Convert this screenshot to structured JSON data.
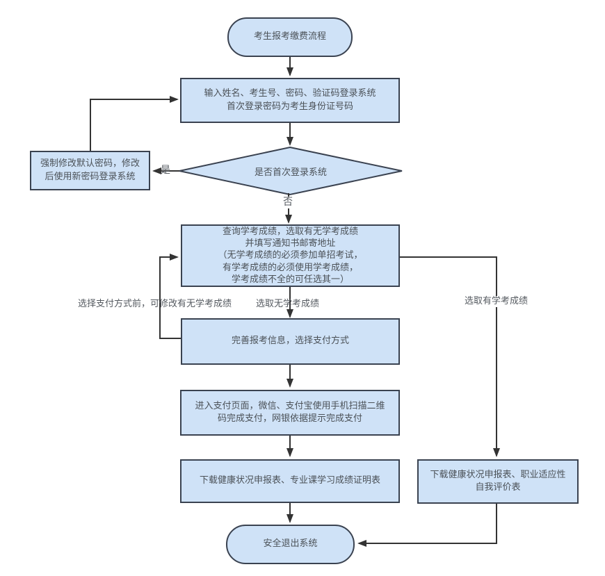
{
  "palette": {
    "background": "#ffffff",
    "node_fill": "#cfe2f7",
    "node_border": "#3a4250",
    "line": "#333333",
    "text": "#4b5157"
  },
  "flowchart": {
    "nodes": {
      "start": {
        "shape": "rounded",
        "label": "考生报考缴费流程"
      },
      "login": {
        "shape": "rect",
        "label": "输入姓名、考生号、密码、验证码登录系统\n首次登录密码为考生身份证号码"
      },
      "is_first_login": {
        "shape": "diamond",
        "label": "是否首次登录系统"
      },
      "force_change_password": {
        "shape": "rect",
        "label": "强制修改默认密码，修改\n后使用新密码登录系统"
      },
      "query_scores": {
        "shape": "rect",
        "label": "查询学考成绩，选取有无学考成绩\n并填写通知书邮寄地址\n（无学考成绩的必须参加单招考试，\n有学考成绩的必须使用学考成绩，\n学考成绩不全的可任选其一）"
      },
      "complete_info": {
        "shape": "rect",
        "label": "完善报考信息，选择支付方式"
      },
      "pay": {
        "shape": "rect",
        "label": "进入支付页面，微信、支付宝使用手机扫描二维\n码完成支付，网银依据提示完成支付"
      },
      "download_no_scores": {
        "shape": "rect",
        "label": "下载健康状况申报表、专业课学习成绩证明表"
      },
      "download_has_scores": {
        "shape": "rect",
        "label": "下载健康状况申报表、职业适应性\n自我评价表"
      },
      "end": {
        "shape": "rounded",
        "label": "安全退出系统"
      }
    },
    "edge_labels": {
      "yes": "是",
      "no": "否",
      "select_no_scores": "选取无学考成绩",
      "select_has_scores": "选取有学考成绩",
      "modify_before_pay": "选择支付方式前，可修改有无学考成绩"
    }
  }
}
